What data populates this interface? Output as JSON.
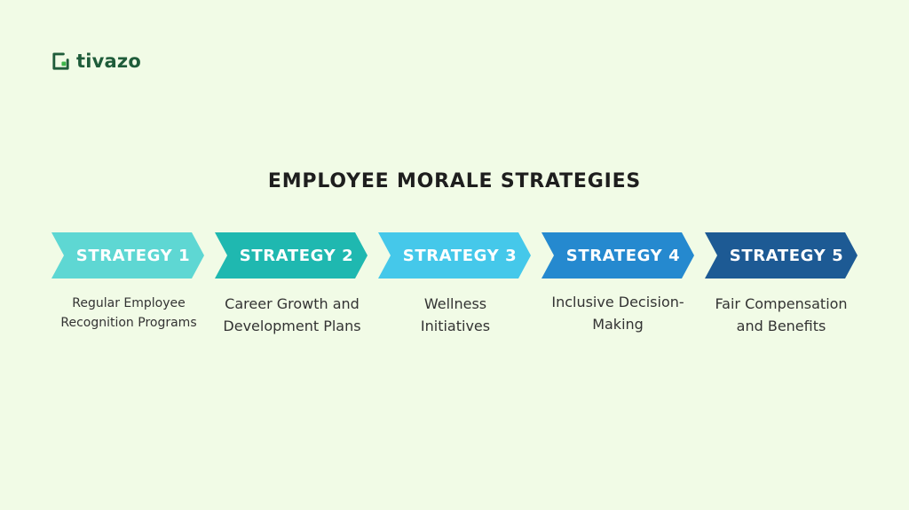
{
  "brand": {
    "name": "tivazo",
    "color": "#1f5c3a",
    "accent": "#3cb54a",
    "icon": "tivazo-logo-icon"
  },
  "title": "EMPLOYEE MORALE STRATEGIES",
  "strategies": [
    {
      "label": "STRATEGY 1",
      "description": "Regular Employee Recognition Programs",
      "color": "#5ed7d3"
    },
    {
      "label": "STRATEGY 2",
      "description": "Career Growth and Development Plans",
      "color": "#1fb8b0"
    },
    {
      "label": "STRATEGY 3",
      "description": "Wellness Initiatives",
      "color": "#45c8ea"
    },
    {
      "label": "STRATEGY 4",
      "description": "Inclusive Decision-Making",
      "color": "#2589cf"
    },
    {
      "label": "STRATEGY 5",
      "description": "Fair Compensation and Benefits",
      "color": "#1d5a94"
    }
  ]
}
